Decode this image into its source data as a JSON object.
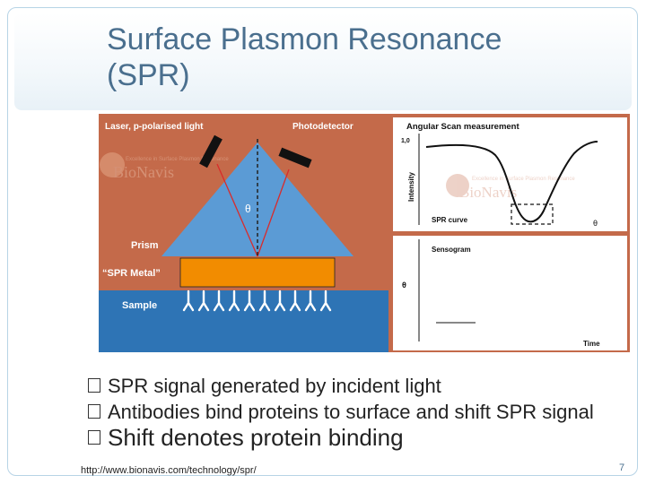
{
  "slide": {
    "title_line1": "Surface Plasmon Resonance",
    "title_line2": "(SPR)",
    "page_number": "7",
    "url": "http://www.bionavis.com/technology/spr/"
  },
  "figure": {
    "left": {
      "laser_label": "Laser, p-polarised light",
      "detector_label": "Photodetector",
      "watermark_tagline": "Excellence in Surface Plasmon Resonance",
      "watermark_brand": "BioNavis",
      "theta": "θ",
      "prism_label": "Prism",
      "metal_label": "“SPR Metal”",
      "sample_label": "Sample"
    },
    "right_top": {
      "title": "Angular Scan measurement",
      "y_tick": "1,0",
      "y_label": "Intensity",
      "curve_label": "SPR curve",
      "x_label": "θ",
      "watermark_tagline": "Excellence in Surface Plasmon Resonance",
      "watermark_brand": "BioNavis"
    },
    "right_bottom": {
      "title": "Sensogram",
      "y_label": "θ",
      "x_label": "Time"
    }
  },
  "bullets": [
    "SPR signal generated by incident light",
    "Antibodies bind proteins to surface and shift SPR signal",
    "Shift denotes protein binding"
  ],
  "colors": {
    "title": "#4a6f8e",
    "figure_bg": "#c46a4a",
    "prism": "#5b9bd5",
    "metal": "#f28c00",
    "sample": "#2e74b5"
  }
}
